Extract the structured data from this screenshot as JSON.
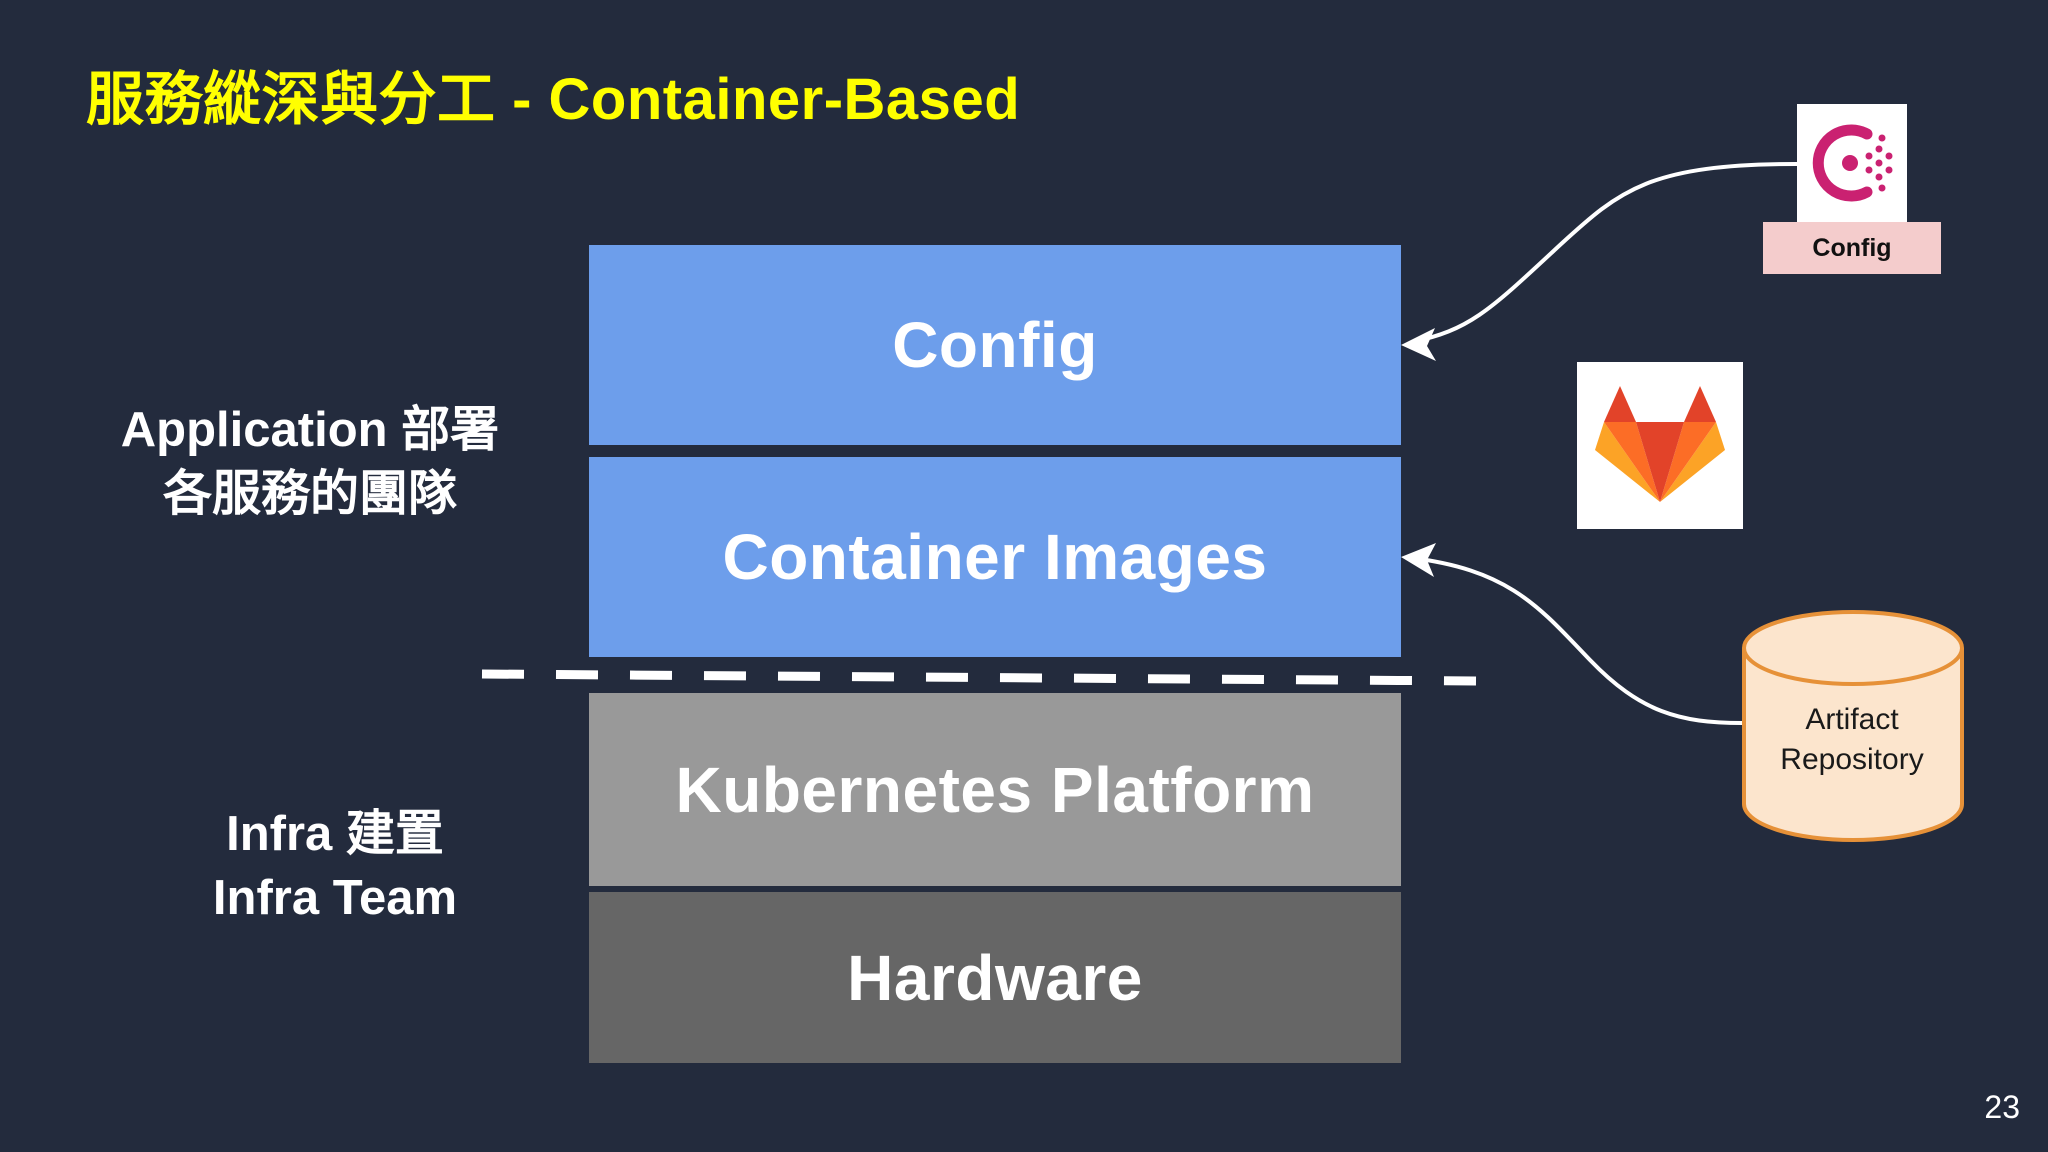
{
  "slide": {
    "title": "服務縱深與分工 - Container-Based",
    "page_number": "23"
  },
  "layers": {
    "config": "Config",
    "container_images": "Container Images",
    "kubernetes_platform": "Kubernetes Platform",
    "hardware": "Hardware"
  },
  "side_labels": {
    "application_line1": "Application 部署",
    "application_line2": "各服務的團隊",
    "infra_line1": "Infra 建置",
    "infra_line2": "Infra Team"
  },
  "external": {
    "consul_label": "Config",
    "consul_icon": "consul-logo-icon",
    "gitlab_icon": "gitlab-logo-icon",
    "artifact_line1": "Artifact",
    "artifact_line2": "Repository"
  },
  "colors": {
    "background": "#232b3d",
    "title": "#ffff00",
    "app_layer": "#6d9eeb",
    "platform_layer": "#999999",
    "hardware_layer": "#666666",
    "consul_label_bg": "#f4cccc",
    "consul_brand": "#ca2171",
    "artifact_fill": "#fce5cd",
    "artifact_stroke": "#e69138"
  }
}
